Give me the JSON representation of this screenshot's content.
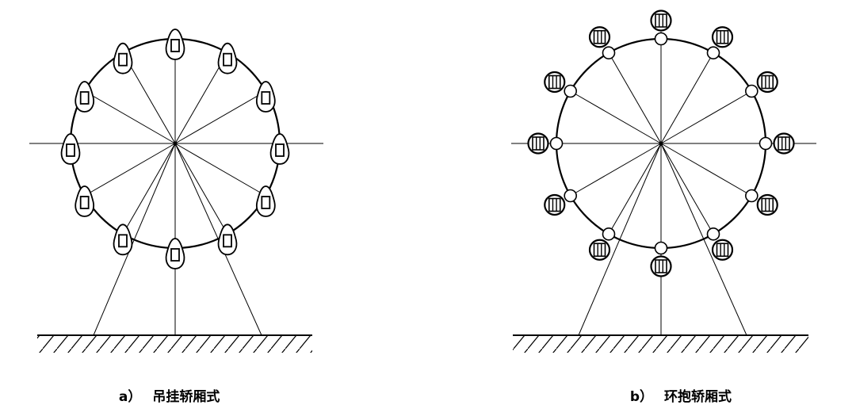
{
  "figure": {
    "line_color": "#000000",
    "background": "#ffffff",
    "panels": [
      {
        "id": "a",
        "label": "a）",
        "title": "吊挂轿厢式",
        "cabin_style": "suspended-teardrop-gondola",
        "cabin_count": 12
      },
      {
        "id": "b",
        "label": "b）",
        "title": "环抱轿厢式",
        "cabin_style": "ring-embraced-gondola",
        "cabin_count": 12
      }
    ]
  }
}
